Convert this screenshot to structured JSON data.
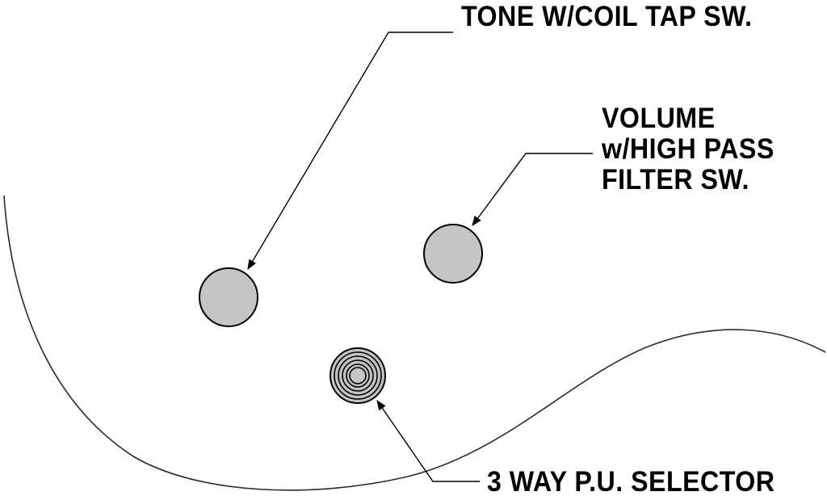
{
  "labels": {
    "tone": "TONE W/COIL TAP SW.",
    "volume": [
      "VOLUME",
      "w/HIGH PASS",
      "FILTER SW."
    ],
    "selector": "3 WAY P.U. SELECTOR"
  },
  "colors": {
    "knob_fill": "#c4c4c4",
    "outline": "#000000",
    "body_edge": "#2a2a2a",
    "background": "#ffffff"
  }
}
